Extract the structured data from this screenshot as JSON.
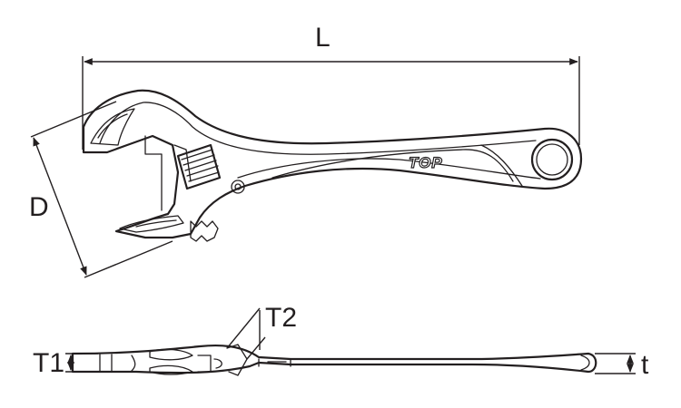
{
  "labels": {
    "length": "L",
    "jaw_capacity": "D",
    "head_thickness_1": "T1",
    "head_thickness_2": "T2",
    "handle_thickness": "t"
  },
  "brand_logo_text": "TOP",
  "colors": {
    "line": "#231f20",
    "background": "#ffffff"
  }
}
